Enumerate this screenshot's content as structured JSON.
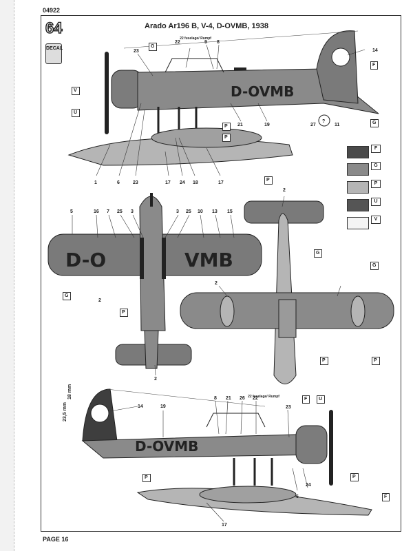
{
  "header": {
    "code": "04922",
    "step": "64",
    "decal_badge": "DECAL",
    "title": "Arado Ar196 B, V-4, D-OVMB, 1938"
  },
  "footer": {
    "page": "PAGE 16"
  },
  "registration": {
    "full": "D-OVMB",
    "upper_left": "D-O",
    "upper_right": "VMB"
  },
  "notes": {
    "fuselage_rumpf": "22 fuselage/ Rumpf",
    "fuselage_rumpf_bottom": "22 fuselage/ Rumpf",
    "dim_a": "23,5 mm",
    "dim_b": "18 mm"
  },
  "callouts_side_top": [
    "23",
    "22",
    "9",
    "8",
    "14",
    "21",
    "19",
    "27",
    "11",
    "1",
    "6",
    "23",
    "17",
    "24",
    "18",
    "17"
  ],
  "callouts_plan": [
    "5",
    "16",
    "7",
    "25",
    "3",
    "3",
    "25",
    "10",
    "13",
    "15",
    "2",
    "2",
    "2",
    "2"
  ],
  "callouts_side_bottom": [
    "8",
    "21",
    "26",
    "22",
    "23",
    "14",
    "19",
    "24",
    "6",
    "17"
  ],
  "legend": [
    {
      "code": "F",
      "color": "#4a4a4a"
    },
    {
      "code": "G",
      "color": "#8a8a8a"
    },
    {
      "code": "P",
      "color": "#b5b5b5"
    },
    {
      "code": "U",
      "color": "#555555"
    },
    {
      "code": "V",
      "color": "#f4f4f4"
    }
  ],
  "help_marker": "?"
}
